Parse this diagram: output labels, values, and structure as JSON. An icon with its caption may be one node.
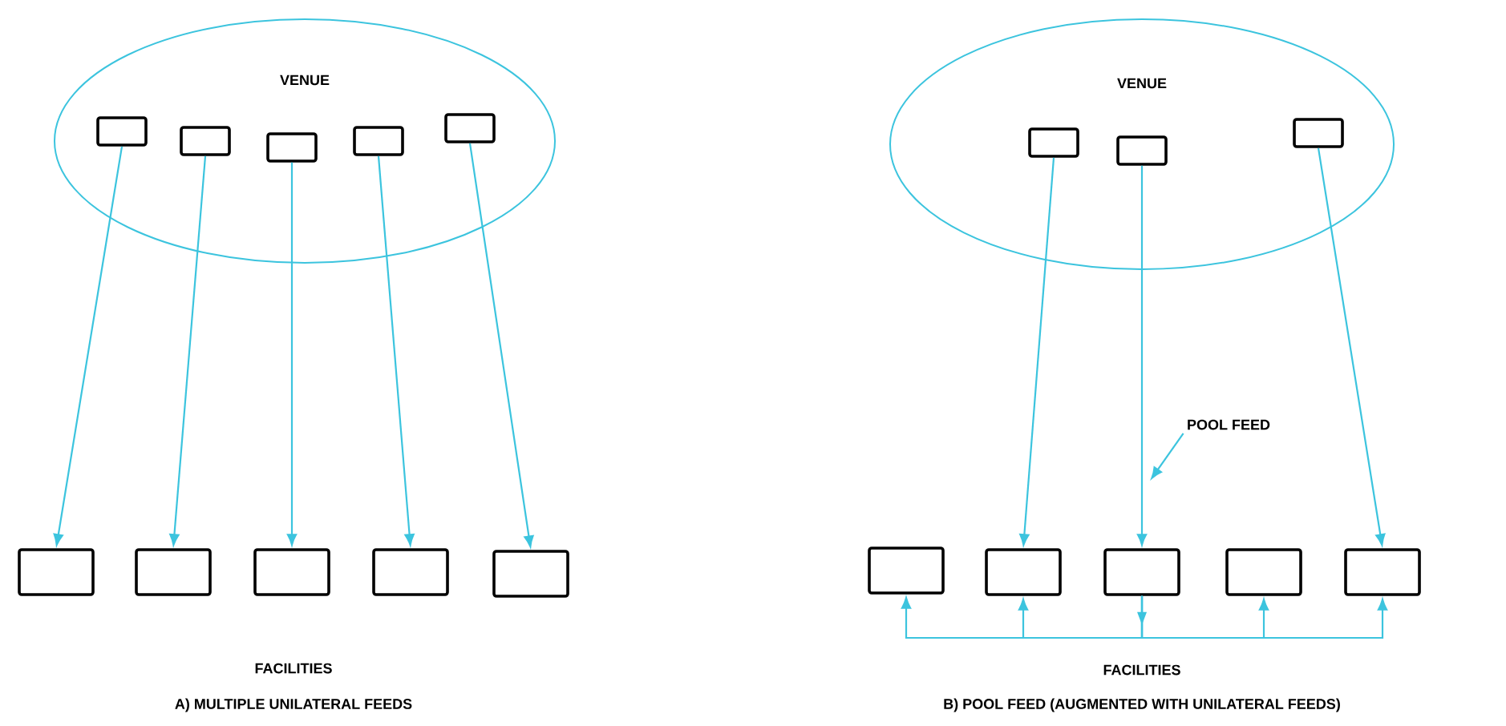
{
  "diagram": {
    "nodes": [
      {
        "text": [
          "VENUE"
        ]
      },
      {
        "text": [],
        "shape": "box",
        "in": 0
      },
      {
        "text": [],
        "shape": "box",
        "in": 0
      },
      {
        "text": [],
        "shape": "box",
        "in": 0
      },
      {
        "text": [],
        "shape": "box",
        "in": 0
      },
      {
        "text": [],
        "shape": "box",
        "in": 0
      },
      {
        "text": [],
        "shape": "box"
      },
      {
        "text": [],
        "shape": "box"
      },
      {
        "text": [],
        "shape": "box"
      },
      {
        "text": [],
        "shape": "box"
      },
      {
        "text": [],
        "shape": "box"
      },
      {
        "text": [
          "VENUE"
        ]
      },
      {
        "text": [],
        "shape": "box",
        "in": 11
      },
      {
        "text": [],
        "shape": "box",
        "in": 11
      },
      {
        "text": [],
        "shape": "box",
        "in": 11
      },
      {
        "text": [],
        "shape": "box"
      },
      {
        "text": [],
        "shape": "box"
      },
      {
        "text": [],
        "shape": "box"
      },
      {
        "text": [],
        "shape": "box"
      },
      {
        "text": [],
        "shape": "box"
      },
      {
        "text": [
          "POOL FEED"
        ]
      }
    ],
    "edges": [
      {
        "from": 1,
        "to": 6,
        "arrow": "to"
      },
      {
        "from": 2,
        "to": 7,
        "arrow": "to"
      },
      {
        "from": 3,
        "to": 8,
        "arrow": "to"
      },
      {
        "from": 4,
        "to": 9,
        "arrow": "to"
      },
      {
        "from": 5,
        "to": 10,
        "arrow": "to"
      },
      {
        "from": 12,
        "to": 16,
        "arrow": "to"
      },
      {
        "from": 13,
        "to": 17,
        "arrow": "to"
      },
      {
        "from": 14,
        "to": 19,
        "arrow": "to"
      },
      {
        "from": 17,
        "to": 15,
        "arrow": "to"
      },
      {
        "from": 17,
        "to": 16,
        "arrow": "to"
      },
      {
        "from": 17,
        "to": 18,
        "arrow": "to"
      },
      {
        "from": 17,
        "to": 19,
        "arrow": "to"
      },
      {
        "from": 20,
        "to": null,
        "arrow": "to"
      }
    ],
    "labels": [
      "FACILITIES",
      "A) MULTIPLE UNILATERAL FEEDS",
      "FACILITIES",
      "B) POOL FEED (AUGMENTED WITH UNILATERAL FEEDS)"
    ]
  }
}
